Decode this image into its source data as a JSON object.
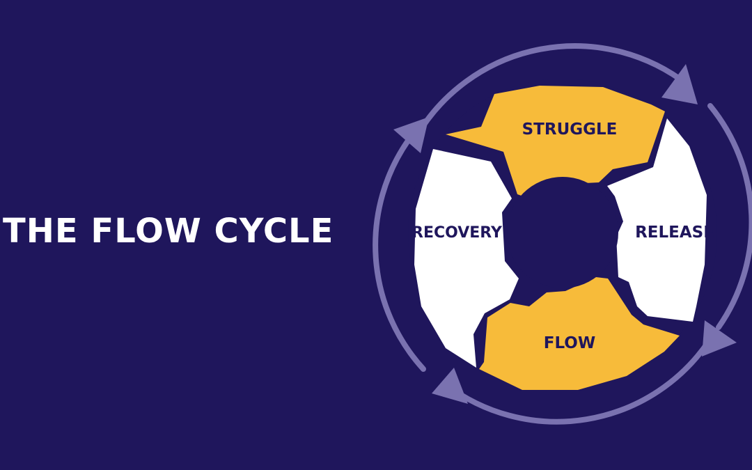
{
  "title": "THE FLOW CYCLE",
  "colors": {
    "background": "#1f165c",
    "accent_yellow": "#f7bb3a",
    "white_segment": "#ffffff",
    "arrow_ring": "#7a72b0",
    "label_text": "#1f165c"
  },
  "cycle": {
    "stages": [
      {
        "label": "STRUGGLE",
        "color": "yellow"
      },
      {
        "label": "RELEASE",
        "color": "white"
      },
      {
        "label": "FLOW",
        "color": "yellow"
      },
      {
        "label": "RECOVERY",
        "color": "white"
      }
    ],
    "direction": "clockwise"
  }
}
